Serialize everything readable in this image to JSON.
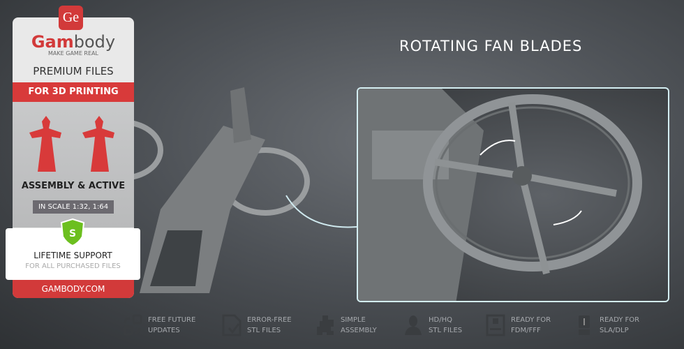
{
  "logo": {
    "badge": "Ge",
    "brand_red": "Gam",
    "brand_gray": "body",
    "tagline": "MAKE GAME REAL"
  },
  "card": {
    "premium": "PREMIUM FILES",
    "printing": "FOR 3D PRINTING",
    "assembly": "ASSEMBLY & ACTIVE",
    "scale": "IN SCALE 1:32, 1:64",
    "shield_letter": "S",
    "support": "LIFETIME SUPPORT",
    "support_sub": "FOR ALL PURCHASED FILES",
    "site": "GAMBODY.COM"
  },
  "headline": "ROTATING FAN BLADES",
  "features": [
    {
      "icon": "refresh-icon",
      "l1": "FREE FUTURE",
      "l2": "UPDATES"
    },
    {
      "icon": "file-check-icon",
      "l1": "ERROR-FREE",
      "l2": "STL FILES"
    },
    {
      "icon": "puzzle-icon",
      "l1": "SIMPLE",
      "l2": "ASSEMBLY"
    },
    {
      "icon": "bust-icon",
      "l1": "HD/HQ",
      "l2": "STL FILES"
    },
    {
      "icon": "fdm-printer-icon",
      "l1": "READY FOR",
      "l2": "FDM/FFF"
    },
    {
      "icon": "sla-printer-icon",
      "l1": "READY FOR",
      "l2": "SLA/DLP"
    }
  ],
  "colors": {
    "brand_red": "#d23a3a",
    "shield_green": "#6cbf1f"
  }
}
